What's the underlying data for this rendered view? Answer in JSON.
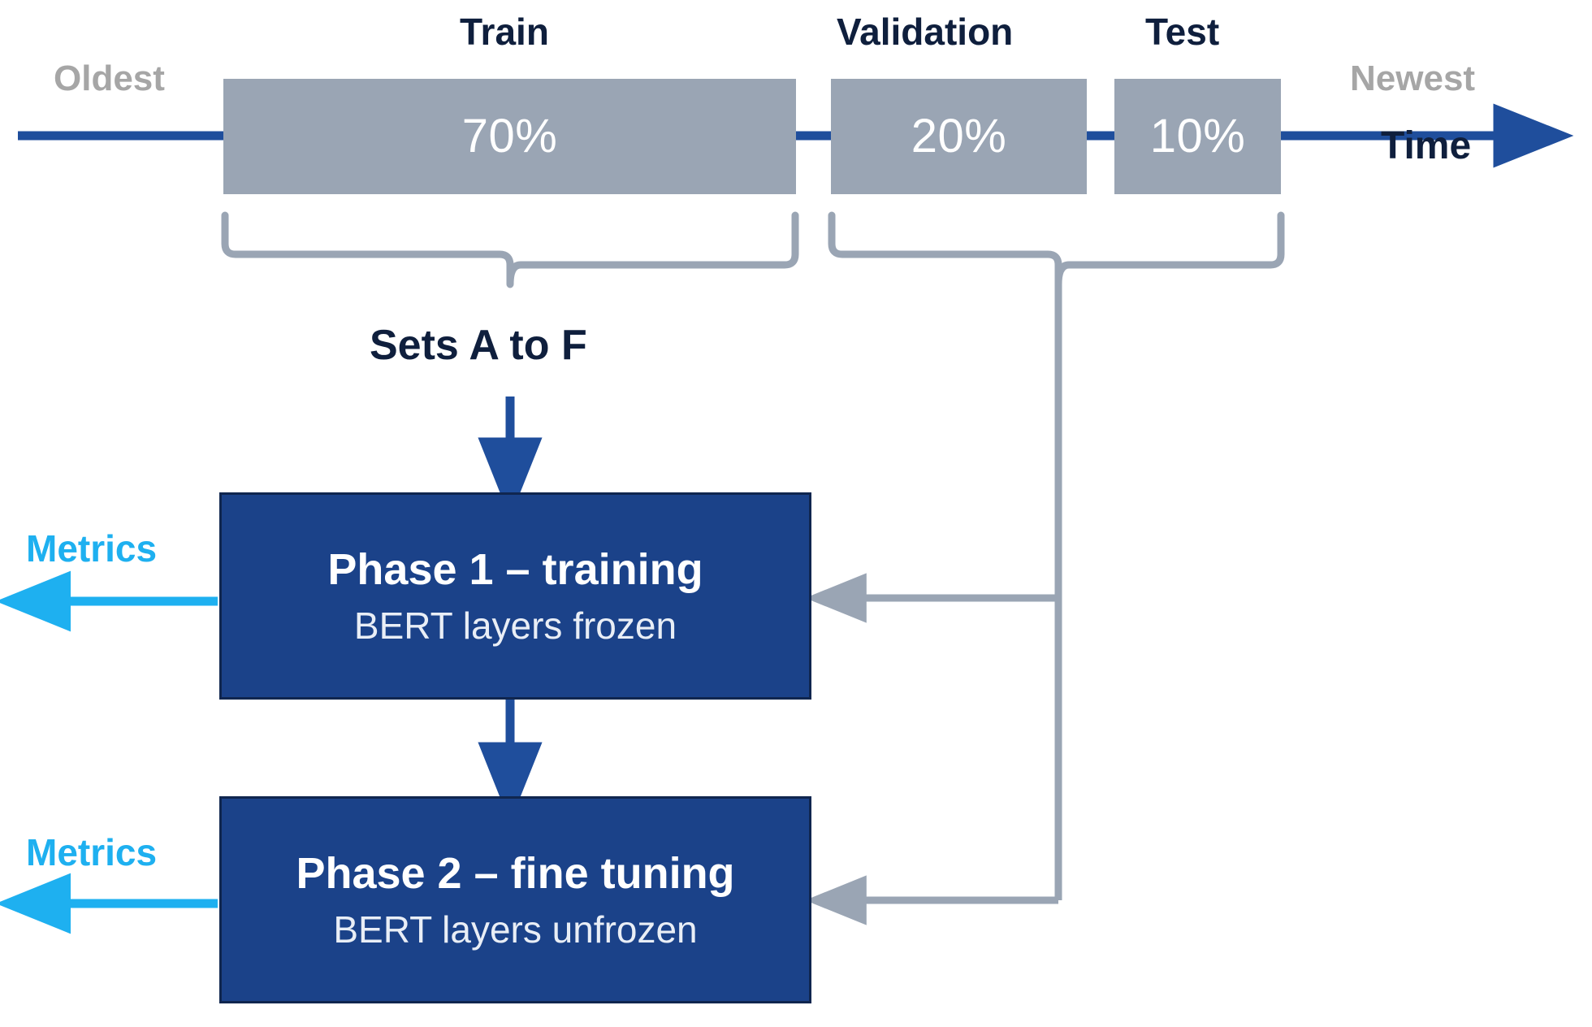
{
  "diagram": {
    "title": "Time-based train/validation/test split with two-phase BERT training",
    "colors": {
      "split_box_fill": "#9aa5b4",
      "timeline_arrow": "#1f4e9c",
      "phase_box_fill": "#1b4289",
      "phase_box_border": "#10264f",
      "metrics_arrow": "#1eb0f0",
      "connector_gray": "#9aa5b4",
      "dark_text": "#0f1f3d",
      "muted_text": "#a6a6a6"
    },
    "timeline": {
      "left_label": "Oldest",
      "right_label": "Newest",
      "axis_label": "Time",
      "splits": [
        {
          "name": "Train",
          "percent": "70%"
        },
        {
          "name": "Validation",
          "percent": "20%"
        },
        {
          "name": "Test",
          "percent": "10%"
        }
      ]
    },
    "brace_labels": {
      "train_brace": "Sets A to F"
    },
    "phases": [
      {
        "title": "Phase 1 – training",
        "subtitle": "BERT layers frozen",
        "metrics_label": "Metrics"
      },
      {
        "title": "Phase 2 – fine tuning",
        "subtitle": "BERT layers unfrozen",
        "metrics_label": "Metrics"
      }
    ]
  }
}
